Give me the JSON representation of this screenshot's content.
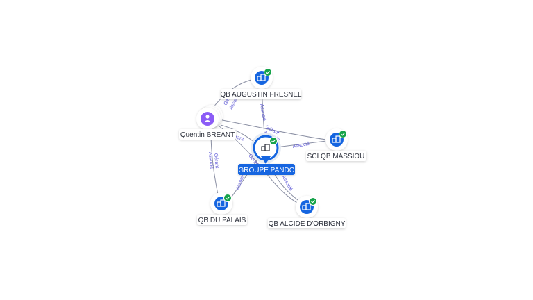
{
  "nodes": {
    "groupe_pando": {
      "label": "GROUPE PANDO",
      "kind": "company",
      "main": true,
      "verified": true,
      "icon": "building-icon"
    },
    "augustin_fresnel": {
      "label": "QB AUGUSTIN FRESNEL",
      "kind": "company",
      "verified": true,
      "icon": "building-icon"
    },
    "quentin_breant": {
      "label": "Quentin BREANT",
      "kind": "person",
      "verified": false,
      "icon": "person-icon"
    },
    "sci_massiou": {
      "label": "SCI QB MASSIOU",
      "kind": "company",
      "verified": true,
      "icon": "building-icon"
    },
    "du_palais": {
      "label": "QB DU PALAIS",
      "kind": "company",
      "verified": true,
      "icon": "building-icon"
    },
    "alcide_dorbigny": {
      "label": "QB ALCIDE D'ORBIGNY",
      "kind": "company",
      "verified": true,
      "icon": "building-icon"
    }
  },
  "edges": [
    {
      "from": "quentin_breant",
      "to": "augustin_fresnel",
      "labels": [
        "Gérant",
        "Associé"
      ]
    },
    {
      "from": "groupe_pando",
      "to": "augustin_fresnel",
      "labels": [
        "Associé"
      ]
    },
    {
      "from": "quentin_breant",
      "to": "sci_massiou",
      "labels": [
        "Gérant",
        "Associé"
      ]
    },
    {
      "from": "groupe_pando",
      "to": "sci_massiou",
      "labels": [
        "Associé"
      ]
    },
    {
      "from": "quentin_breant",
      "to": "groupe_pando",
      "labels": [
        "Gérant"
      ]
    },
    {
      "from": "quentin_breant",
      "to": "du_palais",
      "labels": [
        "Gérant",
        "Associé"
      ]
    },
    {
      "from": "groupe_pando",
      "to": "du_palais",
      "labels": [
        "Associé"
      ]
    },
    {
      "from": "quentin_breant",
      "to": "alcide_dorbigny",
      "labels": [
        "Gérant"
      ]
    },
    {
      "from": "groupe_pando",
      "to": "alcide_dorbigny",
      "labels": [
        "Associé"
      ]
    }
  ],
  "colors": {
    "company": "#1565e0",
    "person": "#8b5cf6",
    "verified": "#16a34a",
    "edge": "#8a8fa3",
    "edge_label": "#5b56d6",
    "main_label_bg": "#1565e0"
  }
}
